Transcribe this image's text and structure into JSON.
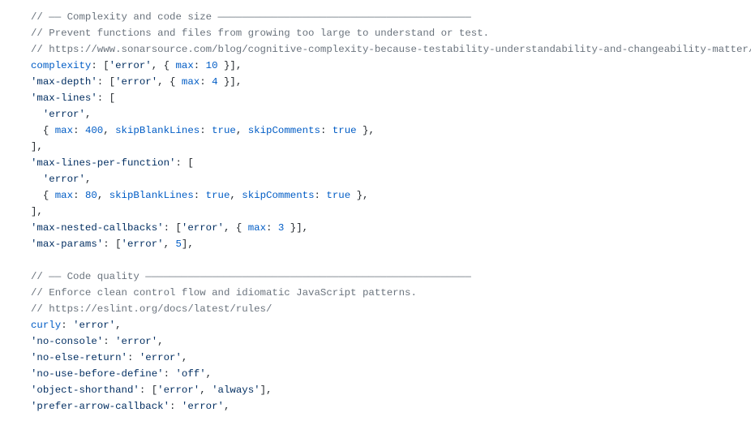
{
  "editor": {
    "lines": [
      [
        {
          "t": "// —— Complexity and code size ——————————————————————————————————————————",
          "k": "comment"
        }
      ],
      [
        {
          "t": "// Prevent functions and files from growing too large to understand or test.",
          "k": "comment"
        }
      ],
      [
        {
          "t": "// https://www.sonarsource.com/blog/cognitive-complexity-because-testability-understandability-and-changeability-matter/",
          "k": "comment"
        }
      ],
      [
        {
          "t": "complexity",
          "k": "ident"
        },
        {
          "t": ": [",
          "k": "punct"
        },
        {
          "t": "'error'",
          "k": "string"
        },
        {
          "t": ", { ",
          "k": "punct"
        },
        {
          "t": "max",
          "k": "ident"
        },
        {
          "t": ": ",
          "k": "punct"
        },
        {
          "t": "10",
          "k": "number"
        },
        {
          "t": " }],",
          "k": "punct"
        }
      ],
      [
        {
          "t": "'max-depth'",
          "k": "prop"
        },
        {
          "t": ": [",
          "k": "punct"
        },
        {
          "t": "'error'",
          "k": "string"
        },
        {
          "t": ", { ",
          "k": "punct"
        },
        {
          "t": "max",
          "k": "ident"
        },
        {
          "t": ": ",
          "k": "punct"
        },
        {
          "t": "4",
          "k": "number"
        },
        {
          "t": " }],",
          "k": "punct"
        }
      ],
      [
        {
          "t": "'max-lines'",
          "k": "prop"
        },
        {
          "t": ": [",
          "k": "punct"
        }
      ],
      [
        {
          "t": "  ",
          "k": "punct"
        },
        {
          "t": "'error'",
          "k": "string"
        },
        {
          "t": ",",
          "k": "punct"
        }
      ],
      [
        {
          "t": "  { ",
          "k": "punct"
        },
        {
          "t": "max",
          "k": "ident"
        },
        {
          "t": ": ",
          "k": "punct"
        },
        {
          "t": "400",
          "k": "number"
        },
        {
          "t": ", ",
          "k": "punct"
        },
        {
          "t": "skipBlankLines",
          "k": "ident"
        },
        {
          "t": ": ",
          "k": "punct"
        },
        {
          "t": "true",
          "k": "bool"
        },
        {
          "t": ", ",
          "k": "punct"
        },
        {
          "t": "skipComments",
          "k": "ident"
        },
        {
          "t": ": ",
          "k": "punct"
        },
        {
          "t": "true",
          "k": "bool"
        },
        {
          "t": " },",
          "k": "punct"
        }
      ],
      [
        {
          "t": "],",
          "k": "punct"
        }
      ],
      [
        {
          "t": "'max-lines-per-function'",
          "k": "prop"
        },
        {
          "t": ": [",
          "k": "punct"
        }
      ],
      [
        {
          "t": "  ",
          "k": "punct"
        },
        {
          "t": "'error'",
          "k": "string"
        },
        {
          "t": ",",
          "k": "punct"
        }
      ],
      [
        {
          "t": "  { ",
          "k": "punct"
        },
        {
          "t": "max",
          "k": "ident"
        },
        {
          "t": ": ",
          "k": "punct"
        },
        {
          "t": "80",
          "k": "number"
        },
        {
          "t": ", ",
          "k": "punct"
        },
        {
          "t": "skipBlankLines",
          "k": "ident"
        },
        {
          "t": ": ",
          "k": "punct"
        },
        {
          "t": "true",
          "k": "bool"
        },
        {
          "t": ", ",
          "k": "punct"
        },
        {
          "t": "skipComments",
          "k": "ident"
        },
        {
          "t": ": ",
          "k": "punct"
        },
        {
          "t": "true",
          "k": "bool"
        },
        {
          "t": " },",
          "k": "punct"
        }
      ],
      [
        {
          "t": "],",
          "k": "punct"
        }
      ],
      [
        {
          "t": "'max-nested-callbacks'",
          "k": "prop"
        },
        {
          "t": ": [",
          "k": "punct"
        },
        {
          "t": "'error'",
          "k": "string"
        },
        {
          "t": ", { ",
          "k": "punct"
        },
        {
          "t": "max",
          "k": "ident"
        },
        {
          "t": ": ",
          "k": "punct"
        },
        {
          "t": "3",
          "k": "number"
        },
        {
          "t": " }],",
          "k": "punct"
        }
      ],
      [
        {
          "t": "'max-params'",
          "k": "prop"
        },
        {
          "t": ": [",
          "k": "punct"
        },
        {
          "t": "'error'",
          "k": "string"
        },
        {
          "t": ", ",
          "k": "punct"
        },
        {
          "t": "5",
          "k": "number"
        },
        {
          "t": "],",
          "k": "punct"
        }
      ],
      [],
      [
        {
          "t": "// —— Code quality ——————————————————————————————————————————————————————",
          "k": "comment"
        }
      ],
      [
        {
          "t": "// Enforce clean control flow and idiomatic JavaScript patterns.",
          "k": "comment"
        }
      ],
      [
        {
          "t": "// https://eslint.org/docs/latest/rules/",
          "k": "comment"
        }
      ],
      [
        {
          "t": "curly",
          "k": "ident"
        },
        {
          "t": ": ",
          "k": "punct"
        },
        {
          "t": "'error'",
          "k": "string"
        },
        {
          "t": ",",
          "k": "punct"
        }
      ],
      [
        {
          "t": "'no-console'",
          "k": "prop"
        },
        {
          "t": ": ",
          "k": "punct"
        },
        {
          "t": "'error'",
          "k": "string"
        },
        {
          "t": ",",
          "k": "punct"
        }
      ],
      [
        {
          "t": "'no-else-return'",
          "k": "prop"
        },
        {
          "t": ": ",
          "k": "punct"
        },
        {
          "t": "'error'",
          "k": "string"
        },
        {
          "t": ",",
          "k": "punct"
        }
      ],
      [
        {
          "t": "'no-use-before-define'",
          "k": "prop"
        },
        {
          "t": ": ",
          "k": "punct"
        },
        {
          "t": "'off'",
          "k": "string"
        },
        {
          "t": ",",
          "k": "punct"
        }
      ],
      [
        {
          "t": "'object-shorthand'",
          "k": "prop"
        },
        {
          "t": ": [",
          "k": "punct"
        },
        {
          "t": "'error'",
          "k": "string"
        },
        {
          "t": ", ",
          "k": "punct"
        },
        {
          "t": "'always'",
          "k": "string"
        },
        {
          "t": "],",
          "k": "punct"
        }
      ],
      [
        {
          "t": "'prefer-arrow-callback'",
          "k": "prop"
        },
        {
          "t": ": ",
          "k": "punct"
        },
        {
          "t": "'error'",
          "k": "string"
        },
        {
          "t": ",",
          "k": "punct"
        }
      ]
    ]
  },
  "colors": {
    "background": "#ffffff",
    "comment": "#6a737d",
    "property": "#032f62",
    "identifier": "#005cc5",
    "string": "#032f62",
    "number": "#005cc5",
    "punctuation": "#24292e"
  }
}
